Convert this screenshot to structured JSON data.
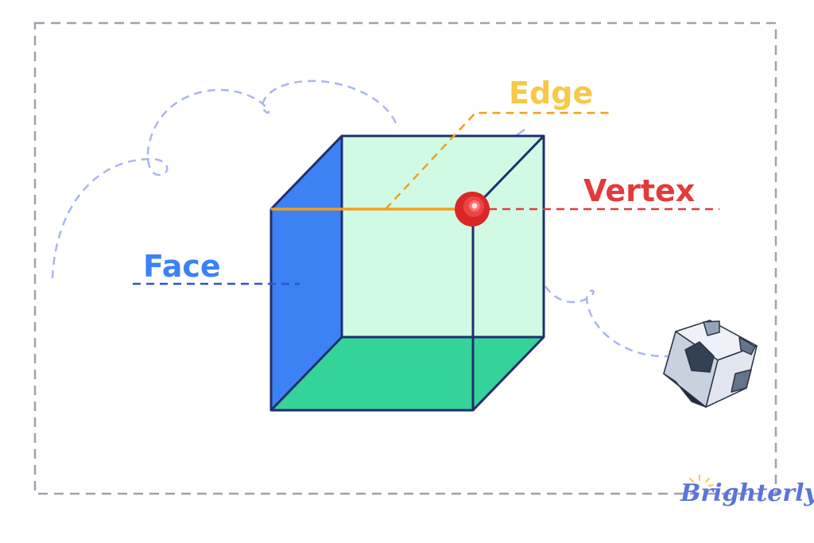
{
  "labels": {
    "edge": "Edge",
    "vertex": "Vertex",
    "face": "Face"
  },
  "logo": "Brighterly",
  "colors": {
    "edge": "#F9C846",
    "edge_line": "#F2A01C",
    "vertex": "#E23B3B",
    "face": "#3B82F6",
    "face_line": "#2F55D4",
    "cube_outline": "#1F2F6E",
    "left_face": "#3D82F4",
    "bottom_face": "#34D399",
    "back_face": "#D1FAE5",
    "frame": "#9CA3AF",
    "decor": "#A9B6EE",
    "logo": "#5B74DB"
  }
}
